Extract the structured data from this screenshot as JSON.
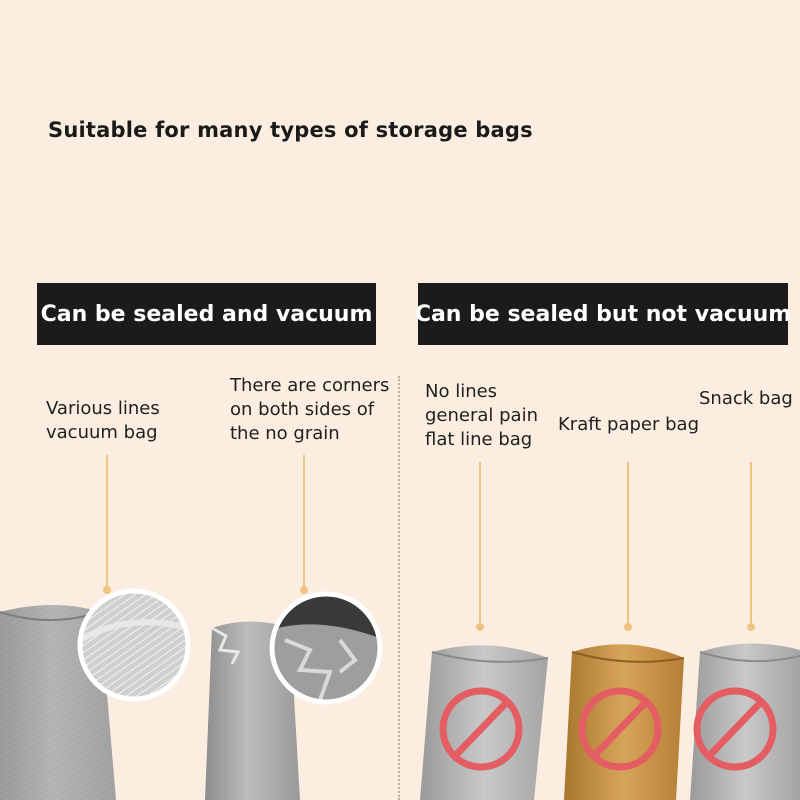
{
  "headline": "Suitable for many types of storage bags",
  "banners": {
    "left": "Can be sealed and vacuum",
    "right": "Can be sealed but not vacuum"
  },
  "bags": [
    {
      "lines": [
        "Various lines",
        "vacuum bag"
      ]
    },
    {
      "lines": [
        "There are corners",
        "on both sides of",
        "the no grain"
      ]
    },
    {
      "lines": [
        "No lines",
        "general pain",
        "flat line bag"
      ]
    },
    {
      "lines": [
        "Kraft paper bag"
      ]
    },
    {
      "lines": [
        "Snack bag"
      ]
    }
  ],
  "colors": {
    "background": "#fbeee0",
    "banner": "#1b1b1b",
    "pointer": "#efc382",
    "prohibition": "#e35d63",
    "silver_bag": "#a8a8a8",
    "kraft_bag": "#c08a3e"
  },
  "icons": {
    "magnifier": "magnifier-circle",
    "prohibition": "no-entry-sign"
  }
}
